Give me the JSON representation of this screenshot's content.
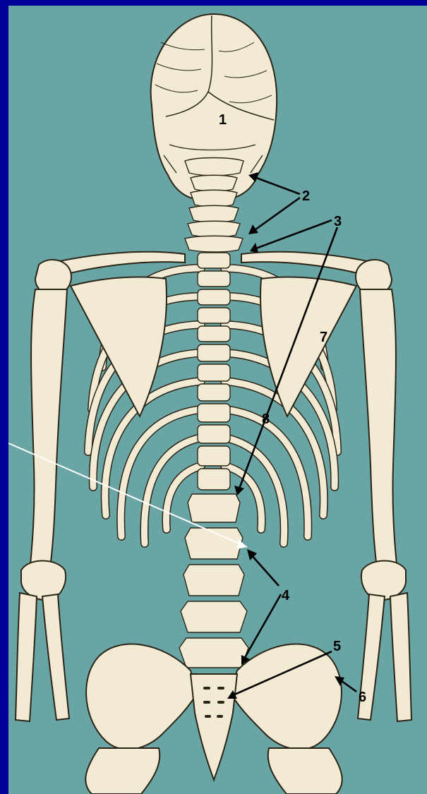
{
  "labels": {
    "l1": "1",
    "l2": "2",
    "l3": "3",
    "l4": "4",
    "l5": "5",
    "l6": "6",
    "l7": "7",
    "l8": "8"
  },
  "colors": {
    "frame": "#00009a",
    "background": "#6aa5a5",
    "bone": "#f3ead3",
    "outline": "#2b2417",
    "pointer_line": "#ffffff"
  }
}
